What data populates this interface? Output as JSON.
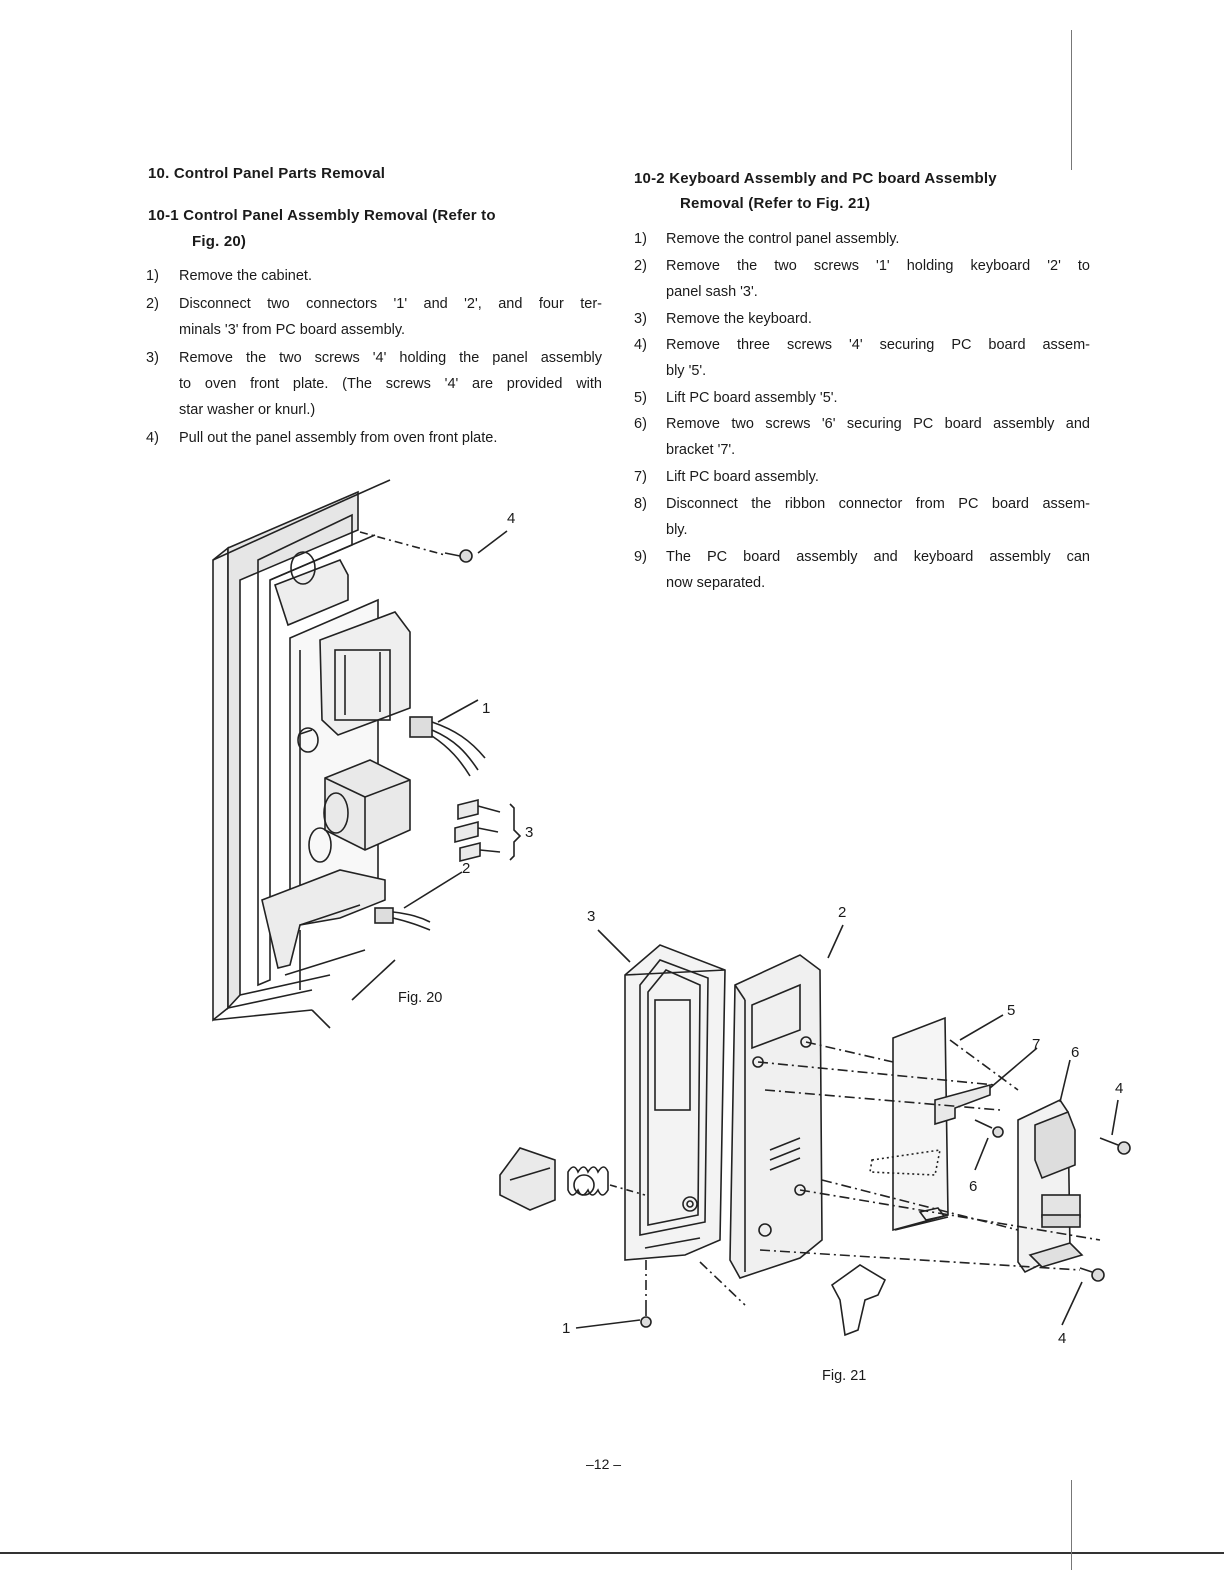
{
  "left_column": {
    "section_title": "10.  Control Panel Parts Removal",
    "subsection_title_line1": "10-1  Control Panel Assembly Removal (Refer to",
    "subsection_title_line2": "Fig. 20)",
    "steps": [
      {
        "num": "1)",
        "lines": [
          "Remove the cabinet."
        ]
      },
      {
        "num": "2)",
        "lines": [
          "Disconnect two connectors '1' and '2', and four ter-",
          "minals '3' from PC board assembly."
        ]
      },
      {
        "num": "3)",
        "lines": [
          "Remove the two screws '4' holding the panel assembly",
          "to oven front plate. (The screws '4' are provided with",
          "star washer or knurl.)"
        ]
      },
      {
        "num": "4)",
        "lines": [
          "Pull out the panel assembly from oven front plate."
        ]
      }
    ]
  },
  "right_column": {
    "subsection_title_line1": "10-2  Keyboard Assembly and PC board Assembly",
    "subsection_title_line2": "Removal (Refer to Fig. 21)",
    "steps": [
      {
        "num": "1)",
        "lines": [
          "Remove the control panel assembly."
        ]
      },
      {
        "num": "2)",
        "lines": [
          "Remove the two screws '1' holding keyboard '2' to",
          "panel sash '3'."
        ]
      },
      {
        "num": "3)",
        "lines": [
          "Remove the keyboard."
        ]
      },
      {
        "num": "4)",
        "lines": [
          "Remove three screws '4' securing PC board assem-",
          "bly '5'."
        ]
      },
      {
        "num": "5)",
        "lines": [
          "Lift PC board assembly '5'."
        ]
      },
      {
        "num": "6)",
        "lines": [
          "Remove two screws '6' securing PC board assembly and",
          "bracket '7'."
        ]
      },
      {
        "num": "7)",
        "lines": [
          "Lift PC board assembly."
        ]
      },
      {
        "num": "8)",
        "lines": [
          "Disconnect the ribbon connector from PC board assem-",
          "bly."
        ]
      },
      {
        "num": "9)",
        "lines": [
          "The PC board assembly and keyboard assembly can",
          "now separated."
        ]
      }
    ]
  },
  "figure20": {
    "caption": "Fig. 20",
    "callouts": {
      "c4": "4",
      "c1": "1",
      "c3": "3",
      "c2": "2"
    }
  },
  "figure21": {
    "caption": "Fig. 21",
    "callouts": {
      "c3": "3",
      "c2": "2",
      "c5": "5",
      "c7": "7",
      "c6a": "6",
      "c4a": "4",
      "c6b": "6",
      "c1": "1",
      "c4b": "4"
    }
  },
  "page_number": "–12 –"
}
